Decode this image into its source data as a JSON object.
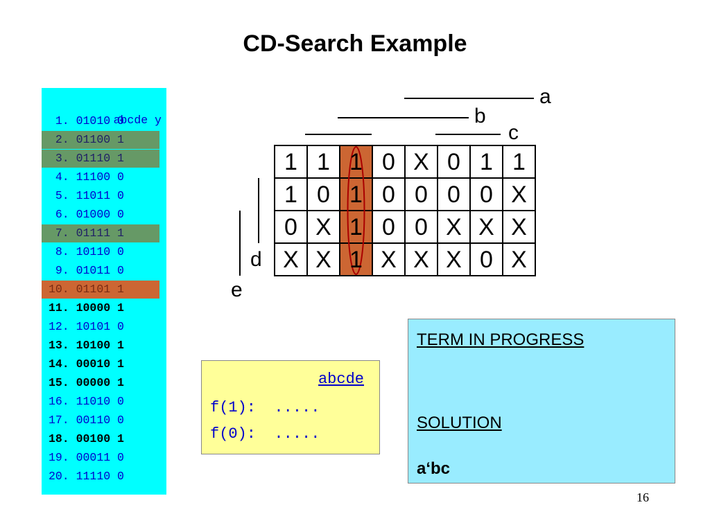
{
  "title": "CD-Search Example",
  "truth_table": {
    "header_vars": "abcde",
    "header_out": "y",
    "rows": [
      {
        "num": "1.",
        "bits": "01010",
        "y": "0",
        "style": "normal"
      },
      {
        "num": "2.",
        "bits": "01100",
        "y": "1",
        "style": "green"
      },
      {
        "num": "3.",
        "bits": "01110",
        "y": "1",
        "style": "green"
      },
      {
        "num": "4.",
        "bits": "11100",
        "y": "0",
        "style": "normal"
      },
      {
        "num": "5.",
        "bits": "11011",
        "y": "0",
        "style": "normal"
      },
      {
        "num": "6.",
        "bits": "01000",
        "y": "0",
        "style": "normal"
      },
      {
        "num": "7.",
        "bits": "01111",
        "y": "1",
        "style": "green"
      },
      {
        "num": "8.",
        "bits": "10110",
        "y": "0",
        "style": "normal"
      },
      {
        "num": "9.",
        "bits": "01011",
        "y": "0",
        "style": "normal"
      },
      {
        "num": "10.",
        "bits": "01101",
        "y": "1",
        "style": "orange"
      },
      {
        "num": "11.",
        "bits": "10000",
        "y": "1",
        "style": "bold"
      },
      {
        "num": "12.",
        "bits": "10101",
        "y": "0",
        "style": "normal"
      },
      {
        "num": "13.",
        "bits": "10100",
        "y": "1",
        "style": "bold"
      },
      {
        "num": "14.",
        "bits": "00010",
        "y": "1",
        "style": "bold"
      },
      {
        "num": "15.",
        "bits": "00000",
        "y": "1",
        "style": "bold"
      },
      {
        "num": "16.",
        "bits": "11010",
        "y": "0",
        "style": "normal"
      },
      {
        "num": "17.",
        "bits": "00110",
        "y": "0",
        "style": "normal"
      },
      {
        "num": "18.",
        "bits": "00100",
        "y": "1",
        "style": "bold"
      },
      {
        "num": "19.",
        "bits": "00011",
        "y": "0",
        "style": "normal"
      },
      {
        "num": "20.",
        "bits": "11110",
        "y": "0",
        "style": "normal"
      }
    ]
  },
  "kmap": {
    "grid": [
      [
        "1",
        "1",
        "1",
        "0",
        "X",
        "0",
        "1",
        "1"
      ],
      [
        "1",
        "0",
        "1",
        "0",
        "0",
        "0",
        "0",
        "X"
      ],
      [
        "0",
        "X",
        "1",
        "0",
        "0",
        "X",
        "X",
        "X"
      ],
      [
        "X",
        "X",
        "1",
        "X",
        "X",
        "X",
        "0",
        "X"
      ]
    ],
    "highlight_column": 2,
    "labels": {
      "a": "a",
      "b": "b",
      "c": "c",
      "d": "d",
      "e": "e"
    }
  },
  "function_box": {
    "header": "abcde",
    "rows": [
      {
        "label": "f(1):",
        "value": "....."
      },
      {
        "label": "f(0):",
        "value": "....."
      }
    ]
  },
  "term_box": {
    "term_heading": "TERM IN PROGRESS",
    "solution_heading": "SOLUTION",
    "solution": "a‘bc"
  },
  "page_number": "16",
  "colors": {
    "table_bg": "#00ffff",
    "green_band": "#669966",
    "orange_band": "#cc6633",
    "text_blue": "#0000cc",
    "term_box_bg": "#99ecff",
    "function_box_bg": "#ffff99"
  }
}
